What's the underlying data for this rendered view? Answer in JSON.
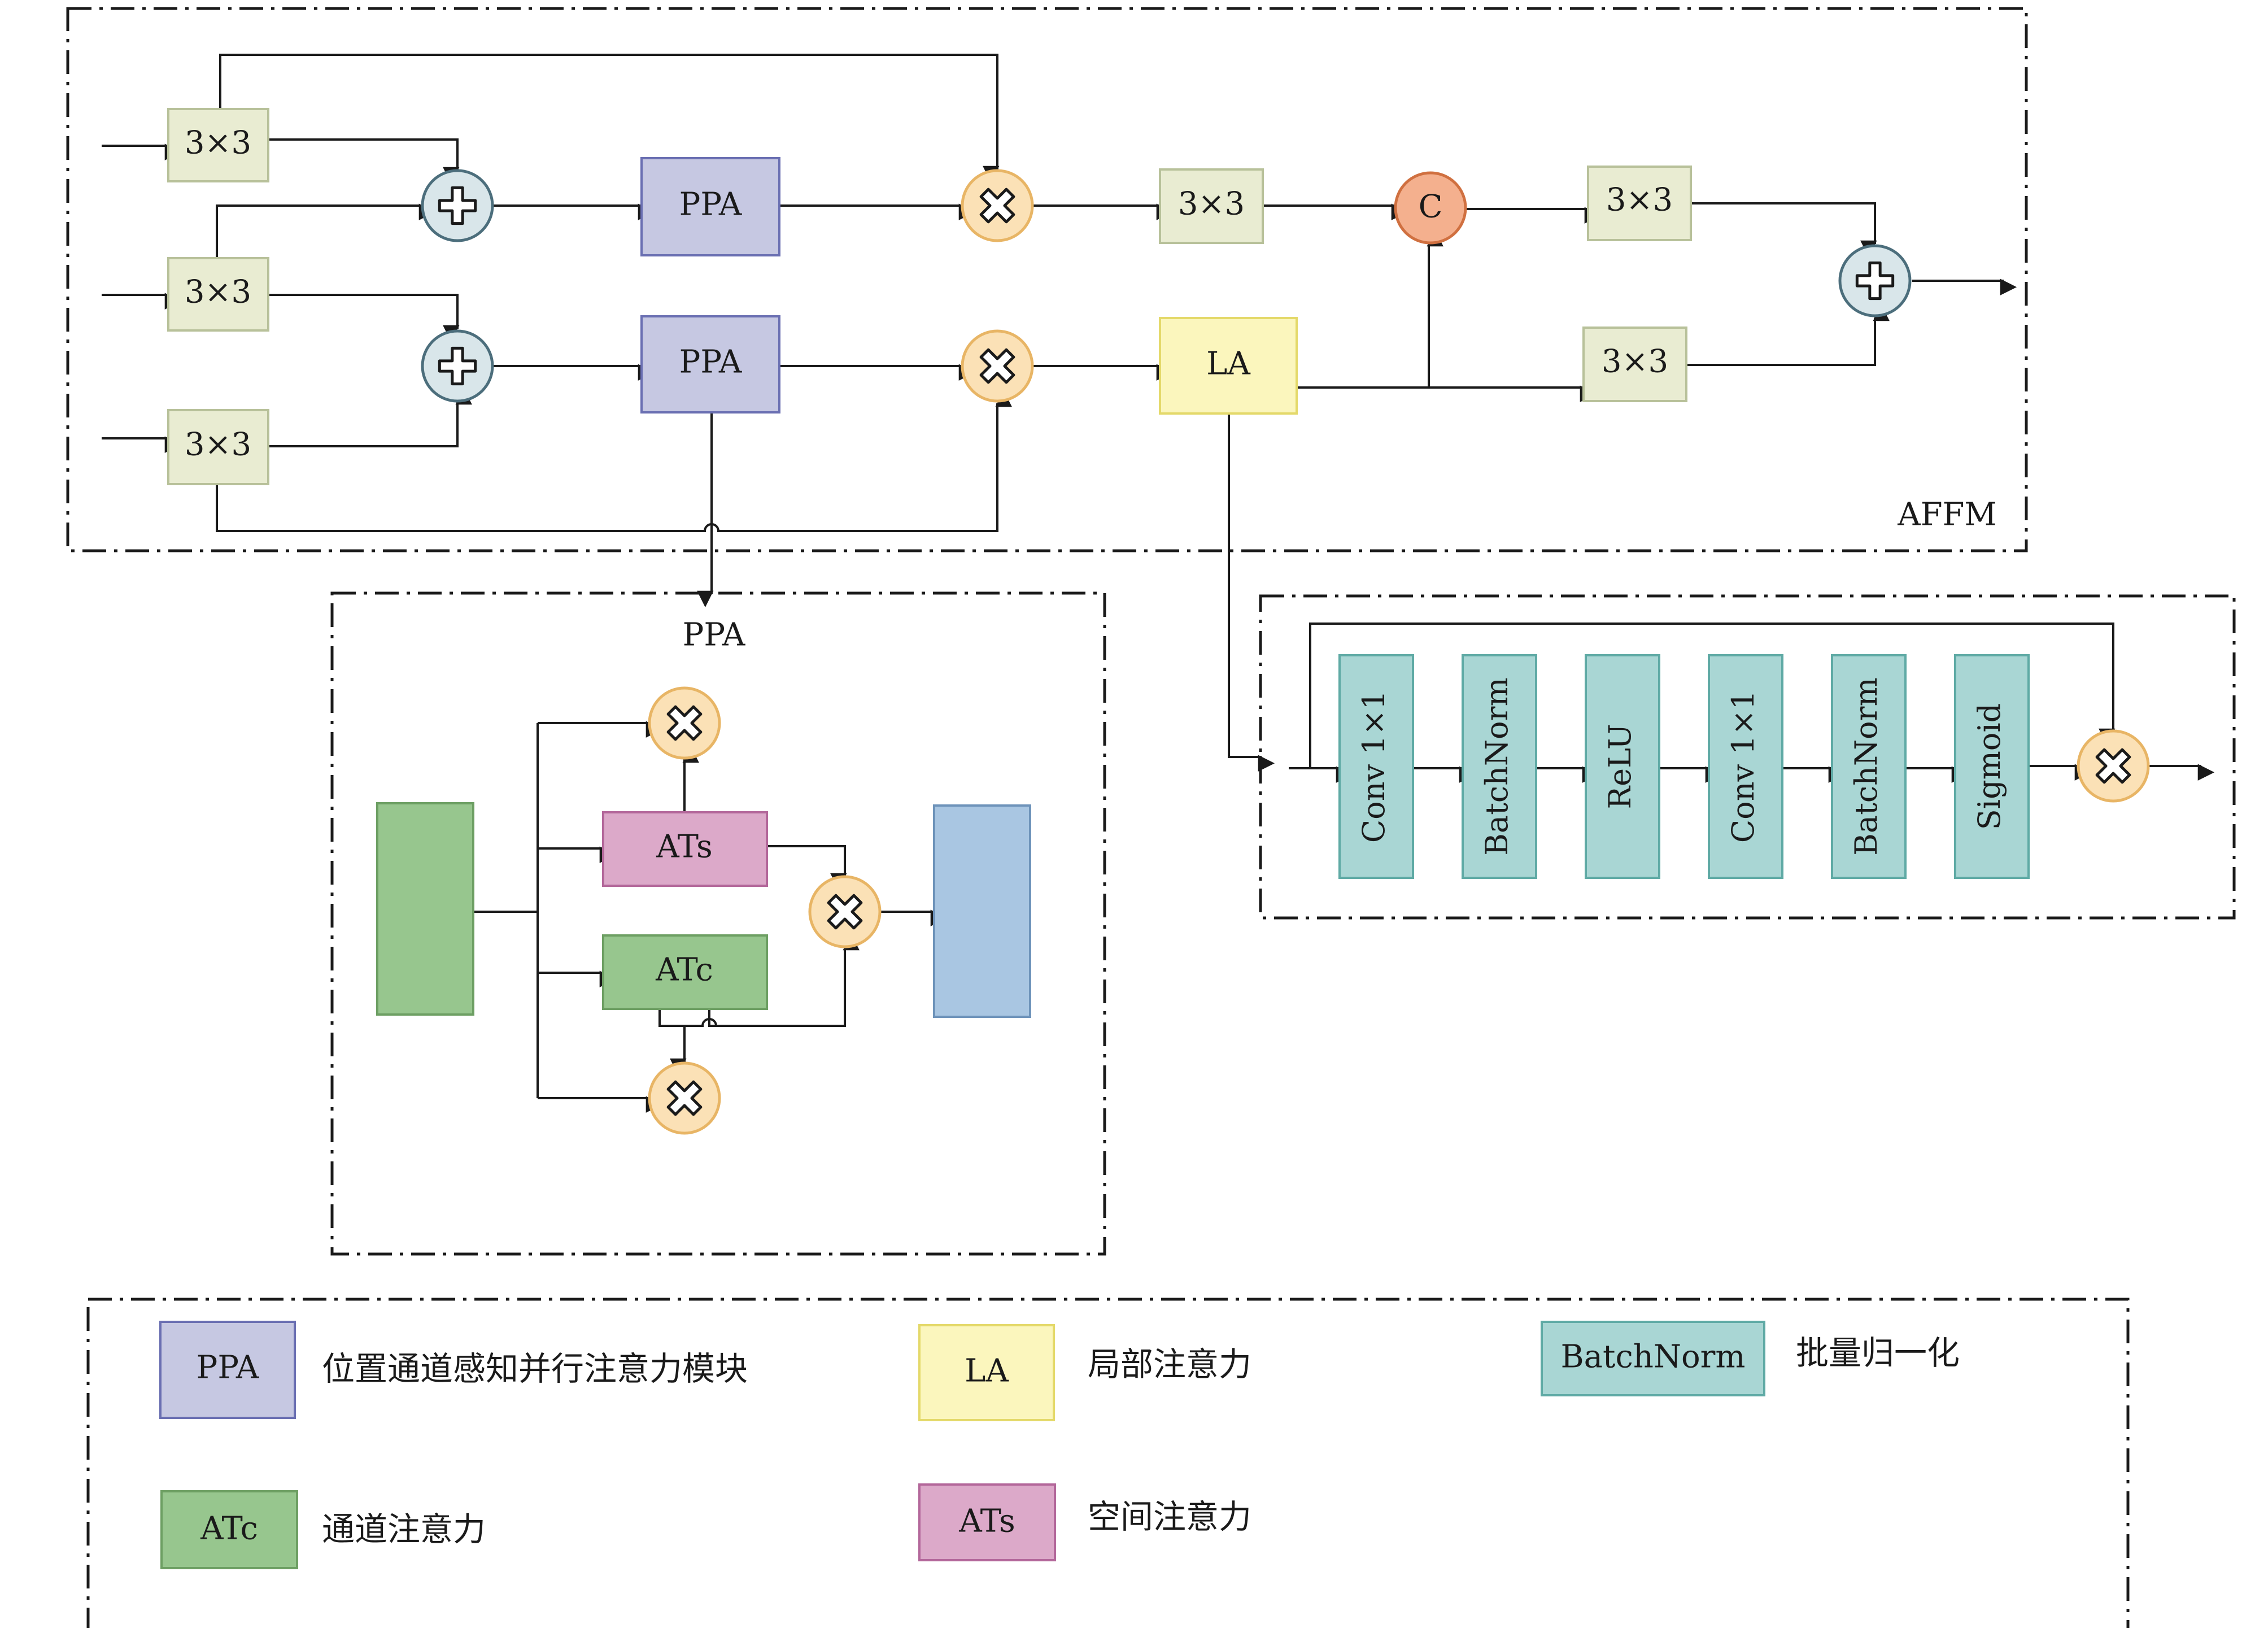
{
  "affm": {
    "frame_label": "AFFM",
    "conv_top": "3×3",
    "conv_mid": "3×3",
    "conv_bot": "3×3",
    "ppa_top": "PPA",
    "ppa_bot": "PPA",
    "conv_after_mult": "3×3",
    "la": "LA",
    "concat": "C",
    "conv_out_top": "3×3",
    "conv_out_bot": "3×3"
  },
  "ppa_detail": {
    "title": "PPA",
    "ats": "ATs",
    "atc": "ATc"
  },
  "la_detail": {
    "blocks": [
      "Conv 1×1",
      "BatchNorm",
      "ReLU",
      "Conv 1×1",
      "BatchNorm",
      "Sigmoid"
    ]
  },
  "legend": {
    "items": [
      {
        "key": "PPA",
        "desc": "位置通道感知并行注意力模块"
      },
      {
        "key": "LA",
        "desc": "局部注意力"
      },
      {
        "key": "BatchNorm",
        "desc": "批量归一化"
      },
      {
        "key": "ATc",
        "desc": "通道注意力"
      },
      {
        "key": "ATs",
        "desc": "空间注意力"
      }
    ]
  },
  "colors": {
    "conv": "#e9ecd2",
    "conv_stroke": "#b8c19a",
    "ppa": "#c6c8e2",
    "ppa_stroke": "#6a6fb2",
    "la": "#fbf6bd",
    "la_stroke": "#e4d96a",
    "ats": "#dca9c9",
    "ats_stroke": "#b3679a",
    "atc": "#97c68e",
    "atc_stroke": "#6d9f63",
    "bn": "#a9d6d4",
    "bn_stroke": "#5faaa5",
    "mult": "#fbe1b6",
    "mult_stroke": "#e8b565",
    "add": "#d9e6ea",
    "add_stroke": "#4c6e7c",
    "concat": "#f4b08e",
    "concat_stroke": "#d07040",
    "in_feat": "#97c68e",
    "out_feat": "#a9c6e2"
  }
}
